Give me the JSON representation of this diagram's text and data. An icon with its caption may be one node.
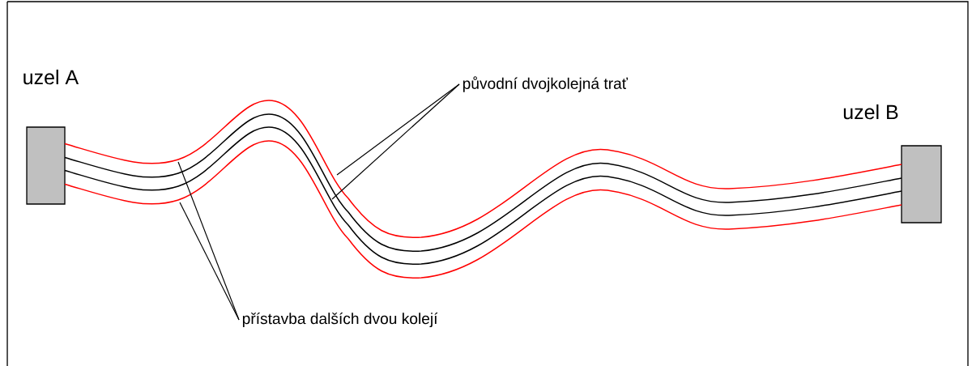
{
  "diagram": {
    "nodes": [
      {
        "text": [
          "uzel A"
        ]
      },
      {
        "text": [
          "uzel B"
        ]
      },
      {
        "text": [
          "původní dvojkolejná trať"
        ]
      },
      {
        "text": [
          "přístavba dalších dvou kolejí"
        ]
      }
    ],
    "edges": [
      {
        "from": 0,
        "to": 1,
        "arrow": "none",
        "color": "#ff0000"
      },
      {
        "from": 0,
        "to": 1,
        "arrow": "none"
      },
      {
        "from": 0,
        "to": 1,
        "arrow": "none"
      },
      {
        "from": 0,
        "to": 1,
        "arrow": "none",
        "color": "#ff0000"
      },
      {
        "from": 2,
        "to": null,
        "arrow": "none"
      },
      {
        "from": 2,
        "to": null,
        "arrow": "none"
      },
      {
        "from": 3,
        "to": null,
        "arrow": "none"
      },
      {
        "from": 3,
        "to": null,
        "arrow": "none"
      }
    ]
  }
}
